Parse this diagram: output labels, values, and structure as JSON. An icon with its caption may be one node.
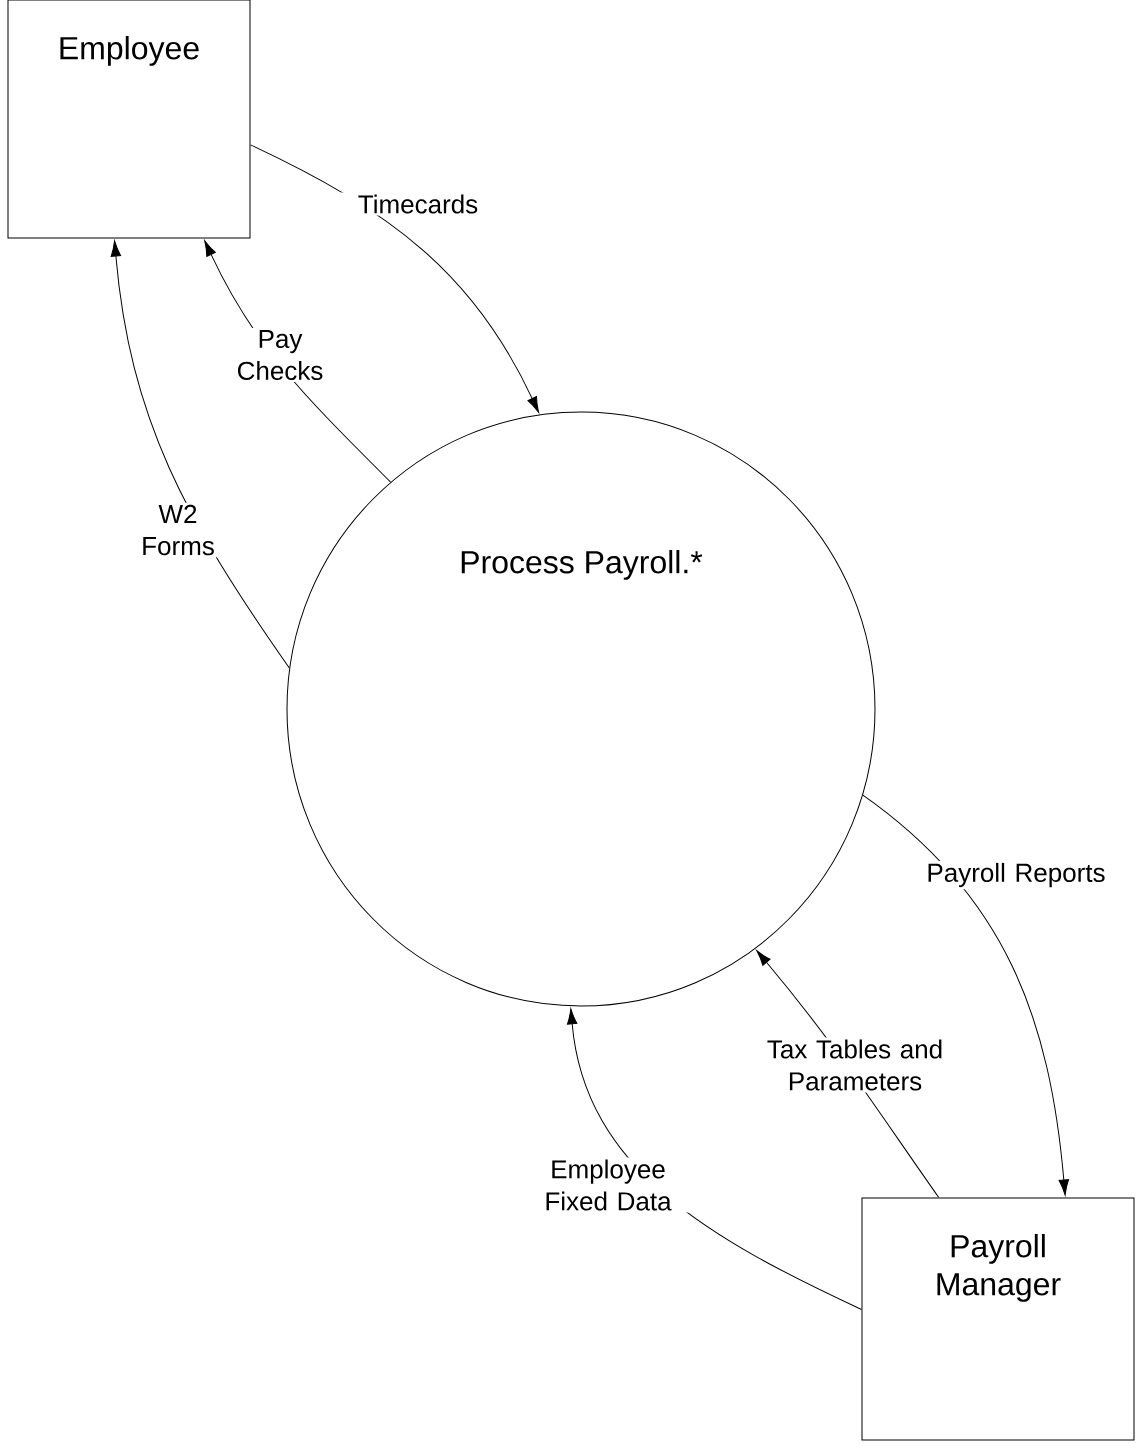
{
  "diagram": {
    "nodes": [
      {
        "text": [
          "Employee"
        ]
      },
      {
        "text": [
          "Process Payroll.*"
        ]
      },
      {
        "text": [
          "Payroll Manager"
        ]
      }
    ],
    "edges": [
      {
        "from": 0,
        "to": 1,
        "arrow": "to",
        "label": "Timecards"
      },
      {
        "from": 1,
        "to": 0,
        "arrow": "to",
        "label": "Pay Checks"
      },
      {
        "from": 1,
        "to": 0,
        "arrow": "to",
        "label": "W2 Forms"
      },
      {
        "from": 1,
        "to": 2,
        "arrow": "to",
        "label": "Payroll Reports"
      },
      {
        "from": 2,
        "to": 1,
        "arrow": "to",
        "label": "Tax Tables and Parameters"
      },
      {
        "from": 2,
        "to": 1,
        "arrow": "to",
        "label": "Employee Fixed Data"
      }
    ]
  }
}
